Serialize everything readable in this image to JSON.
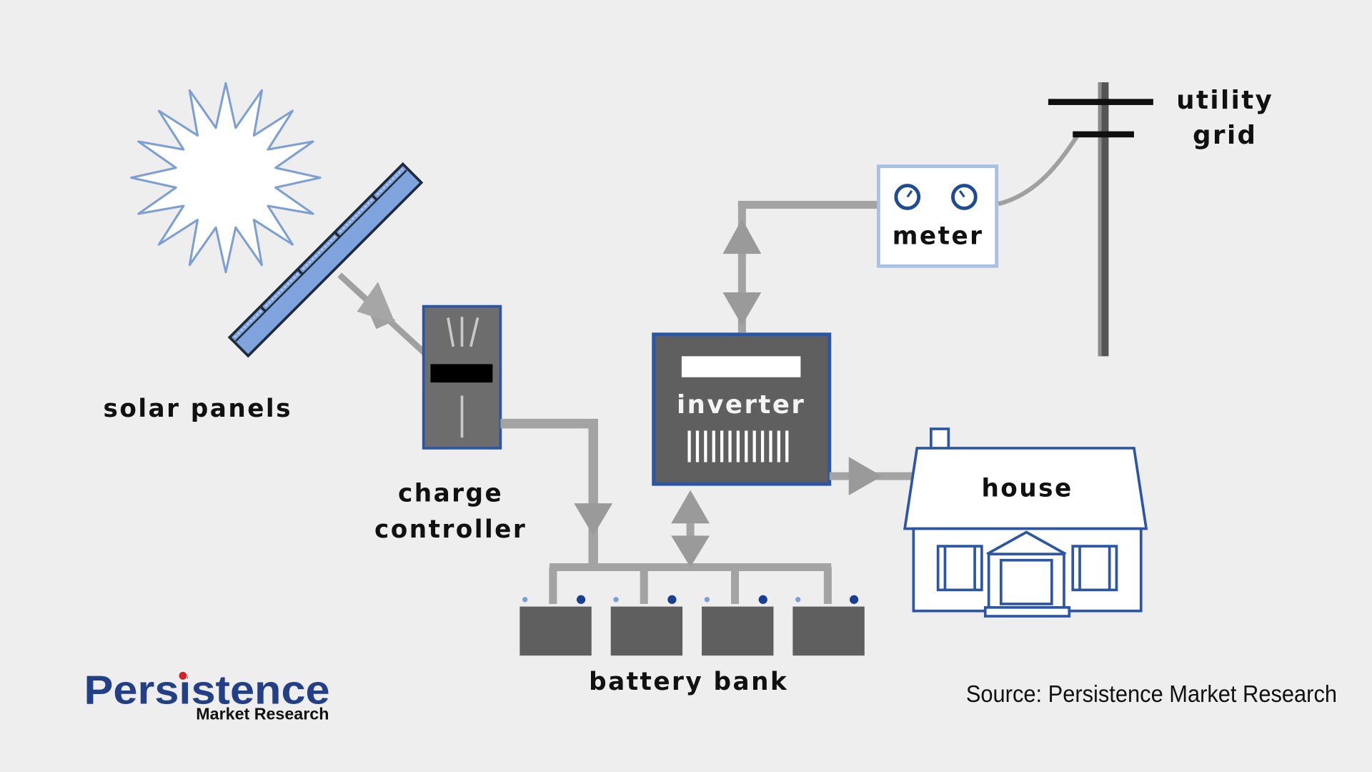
{
  "diagram": {
    "title": "Off-grid / grid-tied solar power system",
    "components": {
      "sun": "sun",
      "solar_panels": "solar panels",
      "charge_controller_line1": "charge",
      "charge_controller_line2": "controller",
      "inverter": "inverter",
      "meter": "meter",
      "utility_grid_line1": "utility",
      "utility_grid_line2": "grid",
      "house": "house",
      "battery_bank": "battery bank"
    },
    "battery_count": 4,
    "connections": [
      {
        "from": "solar panels",
        "to": "charge controller",
        "direction": "one-way"
      },
      {
        "from": "charge controller",
        "to": "battery bank",
        "direction": "one-way"
      },
      {
        "from": "inverter",
        "to": "battery bank",
        "direction": "two-way"
      },
      {
        "from": "inverter",
        "to": "meter",
        "direction": "two-way"
      },
      {
        "from": "meter",
        "to": "utility grid",
        "direction": "line"
      },
      {
        "from": "inverter",
        "to": "house",
        "direction": "one-way"
      }
    ],
    "colors": {
      "background": "#eeeeee",
      "accent_blue": "#2b55a6",
      "panel_blue": "#7fa3dc",
      "device_gray": "#606060",
      "wire_gray": "#a0a0a0"
    }
  },
  "branding": {
    "logo_main": "Persistence",
    "logo_sub": "Market Research",
    "source": "Source: Persistence Market Research"
  }
}
